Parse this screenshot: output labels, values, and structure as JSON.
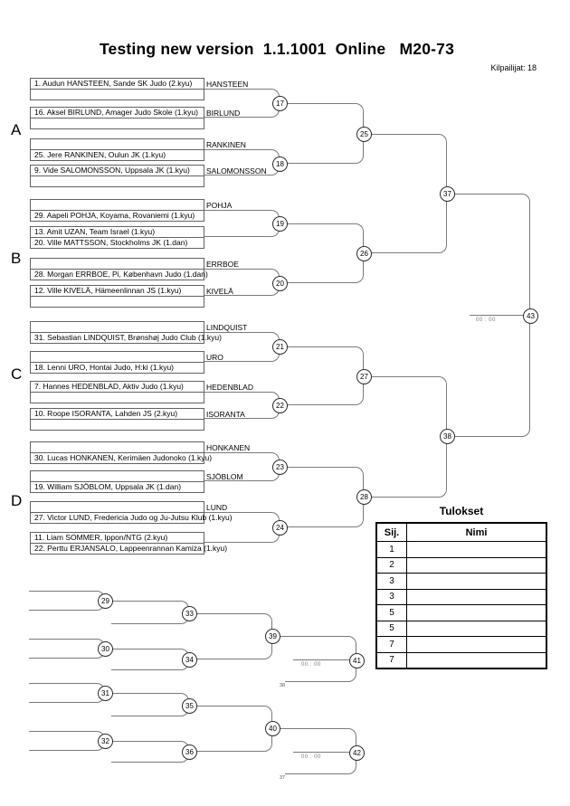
{
  "header": {
    "title": "Testing new version  1.1.1001  Online   M20-73",
    "competitors": "Kilpailijat: 18"
  },
  "sections": {
    "a": "A",
    "b": "B",
    "c": "C",
    "d": "D"
  },
  "pairs": [
    {
      "top": "1. Audun HANSTEEN, Sande SK Judo (2.kyu)",
      "bottom": "",
      "winner": "HANSTEEN"
    },
    {
      "top": "16. Aksel BIRLUND, Amager Judo Skole (1.kyu)",
      "bottom": "",
      "winner": "BIRLUND"
    },
    {
      "top": "",
      "bottom": "25. Jere RANKINEN, Oulun JK (1.kyu)",
      "winner": "RANKINEN"
    },
    {
      "top": "9. Vide SALOMONSSON, Uppsala JK (1.kyu)",
      "bottom": "",
      "winner": "SALOMONSSON"
    },
    {
      "top": "",
      "bottom": "29. Aapeli POHJA, Koyama, Rovaniemi (1.kyu)",
      "winner": "POHJA"
    },
    {
      "top": "13. Amit UZAN, Team Israel (1.kyu)",
      "bottom": "20. Ville MATTSSON, Stockholms JK (1.dan)",
      "winner": ""
    },
    {
      "top": "",
      "bottom": "28. Morgan ERRBOE, Pi, København Judo (1.dan)",
      "winner": "ERRBOE"
    },
    {
      "top": "12. Ville KIVELÄ, Hämeenlinnan JS (1.kyu)",
      "bottom": "",
      "winner": "KIVELÄ"
    },
    {
      "top": "",
      "bottom": "31. Sebastian LINDQUIST, Brønshøj Judo Club (1.kyu)",
      "winner": "LINDQUIST"
    },
    {
      "top": "",
      "bottom": "18. Lenni URO, Hontai Judo, H:ki (1.kyu)",
      "winner": "URO"
    },
    {
      "top": "7. Hannes HEDENBLAD, Aktiv Judo (1.kyu)",
      "bottom": "",
      "winner": "HEDENBLAD"
    },
    {
      "top": "10. Roope ISORANTA, Lahden JS (2.kyu)",
      "bottom": "",
      "winner": "ISORANTA"
    },
    {
      "top": "",
      "bottom": "30. Lucas HONKANEN, Kerimäen Judonoko (1.kyu)",
      "winner": "HONKANEN"
    },
    {
      "top": "",
      "bottom": "19. William SJÖBLOM, Uppsala JK (1.dan)",
      "winner": "SJÖBLOM"
    },
    {
      "top": "",
      "bottom": "27. Victor LUND, Fredericia Judo og Ju-Jutsu Klub (1.kyu)",
      "winner": "LUND"
    },
    {
      "top": "11. Liam SOMMER, Ippon/NTG (2.kyu)",
      "bottom": "22. Perttu ERJANSALO, Lappeenrannan Kamiza (1.kyu)",
      "winner": ""
    }
  ],
  "matches": {
    "m17": "17",
    "m18": "18",
    "m19": "19",
    "m20": "20",
    "m21": "21",
    "m22": "22",
    "m23": "23",
    "m24": "24",
    "m25": "25",
    "m26": "26",
    "m27": "27",
    "m28": "28",
    "m29": "29",
    "m30": "30",
    "m31": "31",
    "m32": "32",
    "m33": "33",
    "m34": "34",
    "m35": "35",
    "m36": "36",
    "m37": "37",
    "m38": "38",
    "m39": "39",
    "m40": "40",
    "m41": "41",
    "m42": "42",
    "m43": "43"
  },
  "score_placeholder": "00 : 00",
  "repechage_feeds": {
    "from38": "38",
    "from37": "37"
  },
  "results_table": {
    "title": "Tulokset",
    "col_place": "Sij.",
    "col_name": "Nimi",
    "rows": [
      {
        "place": "1",
        "name": ""
      },
      {
        "place": "2",
        "name": ""
      },
      {
        "place": "3",
        "name": ""
      },
      {
        "place": "3",
        "name": ""
      },
      {
        "place": "5",
        "name": ""
      },
      {
        "place": "5",
        "name": ""
      },
      {
        "place": "7",
        "name": ""
      },
      {
        "place": "7",
        "name": ""
      }
    ]
  }
}
